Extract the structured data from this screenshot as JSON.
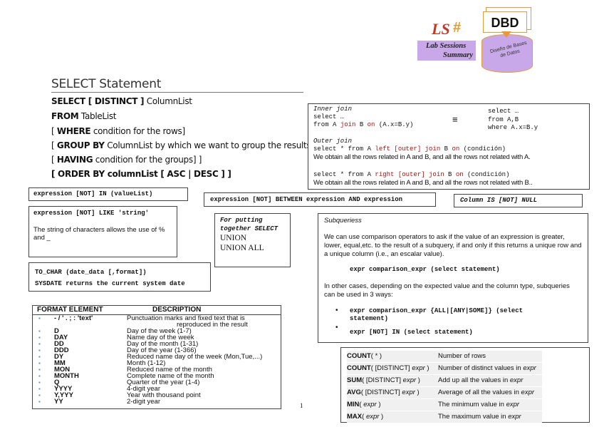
{
  "logo": {
    "ls": "LS",
    "hash": "#",
    "lab_line1": "Lab Sessions",
    "lab_line2": "Summary",
    "dbd": "DBD",
    "dbd_sub": "Diseño de Bases de Datos"
  },
  "select": {
    "title": "SELECT Statement",
    "lines": [
      {
        "kw": "SELECT [ DISTINCT ]",
        "rest": " ColumnList"
      },
      {
        "kw": "FROM",
        "rest": " TableList"
      },
      {
        "pre": "[ ",
        "kw": "WHERE",
        "rest": " condition for the rows]"
      },
      {
        "pre": "[ ",
        "kw": "GROUP BY",
        "rest": " ColumnList by which we want to group the results"
      },
      {
        "pre": "[ ",
        "kw": "HAVING",
        "rest": " condition for the groups] ]"
      },
      {
        "kw": "[ ORDER BY columnList [ ASC | DESC ] ]",
        "rest": ""
      }
    ]
  },
  "joins": {
    "inner_title": "Inner join",
    "inner_l1": "select …",
    "inner_l2_a": "from A ",
    "inner_l2_join": "join",
    "inner_l2_b": " B ",
    "inner_l2_on": "on",
    "inner_l2_c": " (A.x=B.y)",
    "equiv": "≡",
    "alt_l1": "select …",
    "alt_l2": "from A,B",
    "alt_l3": "where A.x=B.y",
    "outer_title": "Outer join",
    "left_a": "select * from A ",
    "left_kw": "left [outer] join",
    "left_b": " B ",
    "left_on": "on",
    "left_c": " (condición)",
    "left_desc": "We obtain all the rows related in A and B, and all the rows not related with A.",
    "right_a": "select * from A ",
    "right_kw": "right [outer] join",
    "right_b": " B ",
    "right_on": "on",
    "right_c": " (condición)",
    "right_desc": "We obtain all the rows related in A and B, and all the rows not related with B.."
  },
  "in_box": "expression [NOT] IN (valueList)",
  "between_box": "expression [NOT] BETWEEN expression AND expression",
  "null_box": "Column IS [NOT] NULL",
  "like_box": {
    "code": "expression [NOT] LIKE 'string'",
    "desc": "The string of characters allows the use of % and _"
  },
  "union_box": {
    "l1": "For putting",
    "l2": "together SELECT",
    "l3": "UNION",
    "l4": "UNION ALL"
  },
  "subq": {
    "title": "Subqueriess",
    "p1": "We can use comparison operators to ask if the value of an expression is greater, lower, equal,etc. to the result of a subquery, if and only if this returns a unique row and a unique column (i.e., an escalar value).",
    "code": "expr comparison_expr (select statement)",
    "p2": "In other cases, depending on the expected value and the column type, subqueries can be used in 3 ways:",
    "b1": "expr comparison_expr {ALL|[ANY|SOME]} (select statement)",
    "b2": "expr [NOT] IN (select statement)"
  },
  "tochar": {
    "l1": "TO_CHAR (date_data [,format])",
    "l2": "SYSDATE returns the current system date"
  },
  "format_table": {
    "headers": [
      "FORMAT ELEMENT",
      "DESCRIPTION"
    ],
    "rows": [
      {
        "el": "- / ' . ; : 'text'",
        "desc": "Punctuation marks and fixed text that is",
        "desc2": "reproduced in the result"
      },
      {
        "el": "D",
        "desc": "Day of the week (1-7)"
      },
      {
        "el": "DAY",
        "desc": "Name day of the week"
      },
      {
        "el": "DD",
        "desc": "Day of the month (1-31)"
      },
      {
        "el": "DDD",
        "desc": "Day of the year (1-366)"
      },
      {
        "el": "DY",
        "desc": "Reduced name day of the week (Mon,Tue,...)"
      },
      {
        "el": "MM",
        "desc": "Month (1-12)"
      },
      {
        "el": "MON",
        "desc": "Reduced name of the month"
      },
      {
        "el": "MONTH",
        "desc": "Complete name of the month"
      },
      {
        "el": "Q",
        "desc": "Quarter of the year (1-4)"
      },
      {
        "el": "YYYY",
        "desc": "4-digit year"
      },
      {
        "el": "Y,YYY",
        "desc": "Year with thousand point"
      },
      {
        "el": "YY",
        "desc": "2-digit year"
      }
    ]
  },
  "aggregates": [
    {
      "fn": "COUNT",
      "args": "( * )",
      "desc": "Number of rows",
      "desc_it": ""
    },
    {
      "fn": "COUNT",
      "args_pre": "( [DISTINCT] ",
      "args_it": "expr",
      "args_post": " )",
      "desc": "Number of distinct values in ",
      "desc_it": "expr"
    },
    {
      "fn": "SUM",
      "args_pre": "( [DISTINCT] ",
      "args_it": "expr",
      "args_post": " )",
      "desc": "Add up all the values in ",
      "desc_it": "expr"
    },
    {
      "fn": "AVG",
      "args_pre": "( [DISTINCT] ",
      "args_it": "expr",
      "args_post": " )",
      "desc": "Average of all the values in ",
      "desc_it": "expr"
    },
    {
      "fn": "MIN",
      "args_pre": "( ",
      "args_it": "expr",
      "args_post": " )",
      "desc": "The minimum value in ",
      "desc_it": "expr"
    },
    {
      "fn": "MAX",
      "args_pre": "( ",
      "args_it": "expr",
      "args_post": " )",
      "desc": "The maximum value in ",
      "desc_it": "expr"
    }
  ],
  "page_number": "1"
}
